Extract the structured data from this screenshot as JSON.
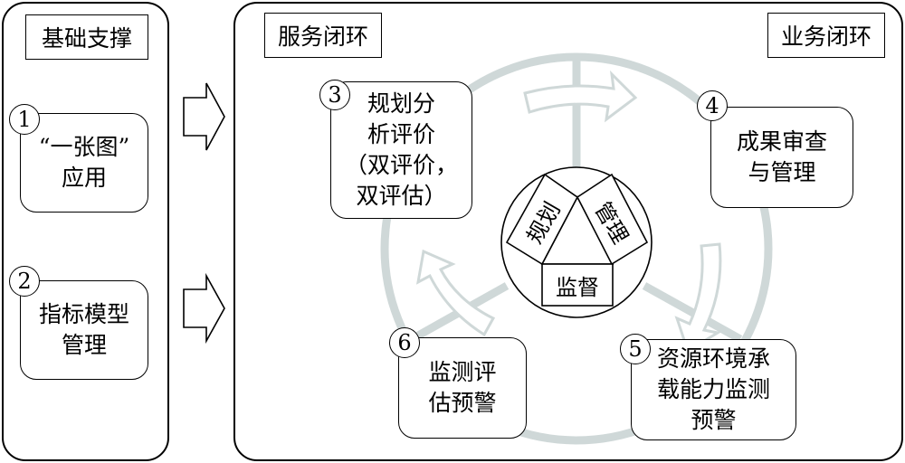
{
  "left_panel": {
    "title": "基础支撑",
    "items": [
      {
        "number": "1",
        "lines": [
          "“一张图”",
          "应用"
        ]
      },
      {
        "number": "2",
        "lines": [
          "指标模型",
          "管理"
        ]
      }
    ]
  },
  "right_panel": {
    "service_loop_label": "服务闭环",
    "business_loop_label": "业务闭环",
    "nodes": [
      {
        "number": "3",
        "lines": [
          "规划分",
          "析评价",
          "（双评价，",
          "双评估）"
        ]
      },
      {
        "number": "4",
        "lines": [
          "成果审查",
          "与管理"
        ]
      },
      {
        "number": "5",
        "lines": [
          "资源环境承",
          "载能力监测",
          "预警"
        ]
      },
      {
        "number": "6",
        "lines": [
          "监测评",
          "估预警"
        ]
      }
    ],
    "center": {
      "planning": "规划",
      "management": "管理",
      "supervision": "监督"
    }
  },
  "colors": {
    "ring": "#cfd8d8",
    "line": "#000000",
    "background": "#ffffff"
  }
}
